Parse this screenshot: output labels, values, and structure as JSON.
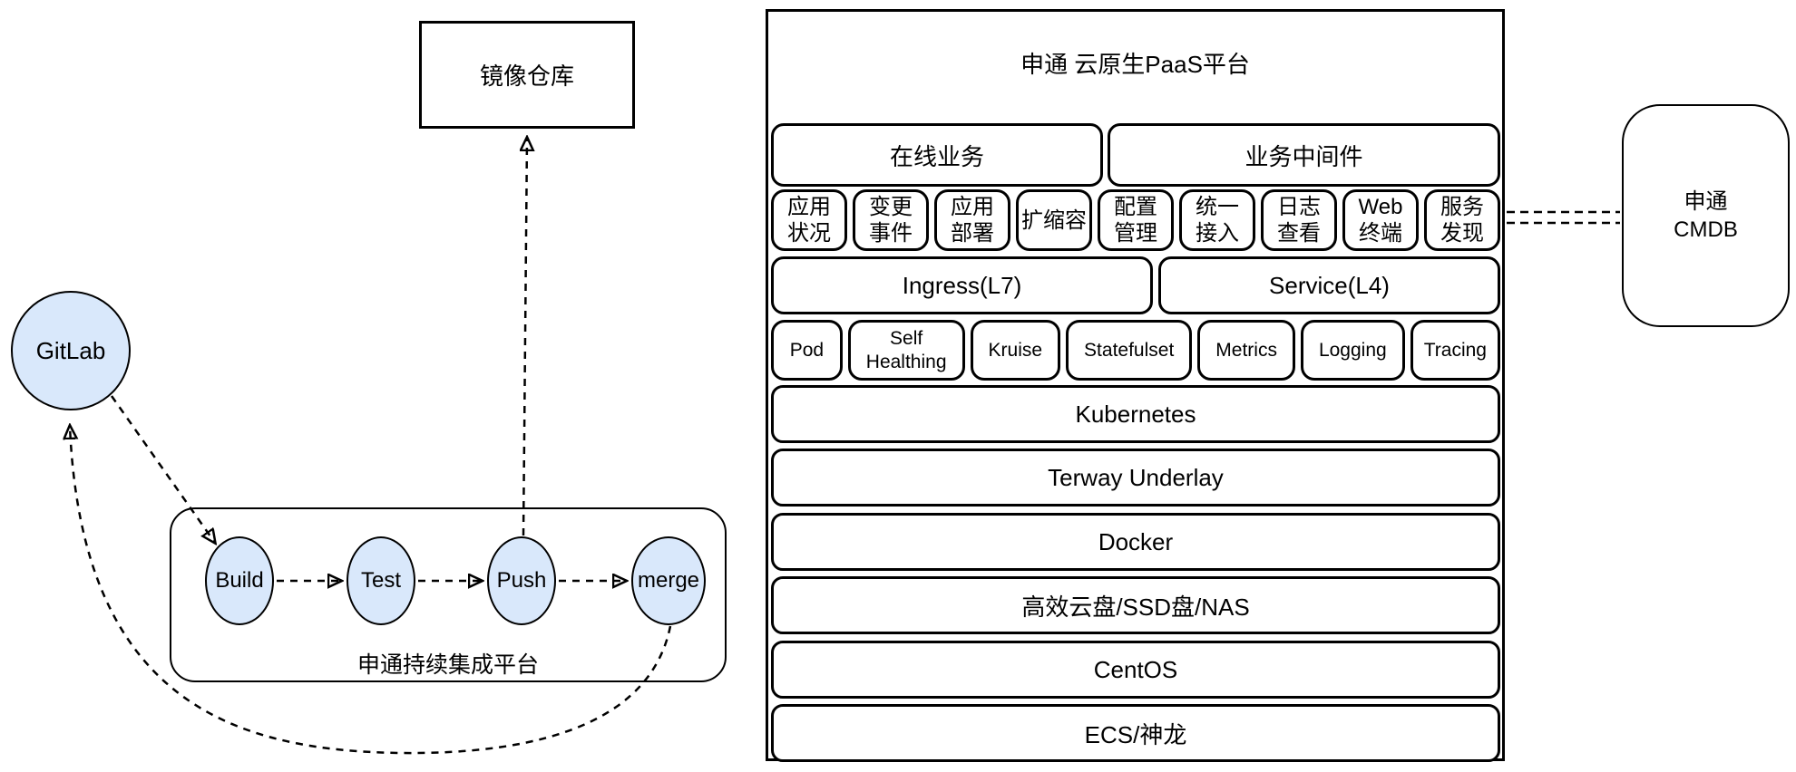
{
  "left_flow": {
    "image_registry_label": "镜像仓库",
    "gitlab_label": "GitLab",
    "ci_platform_label": "申通持续集成平台",
    "steps": [
      "Build",
      "Test",
      "Push",
      "merge"
    ]
  },
  "paas": {
    "title": "申通 云原生PaaS平台",
    "category_row": [
      "在线业务",
      "业务中间件"
    ],
    "feature_row": [
      {
        "line1": "应用",
        "line2": "状况"
      },
      {
        "line1": "变更",
        "line2": "事件"
      },
      {
        "line1": "应用",
        "line2": "部署"
      },
      {
        "line1": "扩缩容"
      },
      {
        "line1": "配置",
        "line2": "管理"
      },
      {
        "line1": "统一",
        "line2": "接入"
      },
      {
        "line1": "日志",
        "line2": "查看"
      },
      {
        "line1": "Web",
        "line2": "终端"
      },
      {
        "line1": "服务",
        "line2": "发现"
      }
    ],
    "network_row": [
      "Ingress(L7)",
      "Service(L4)"
    ],
    "workload_row": [
      {
        "line1": "Pod"
      },
      {
        "line1": "Self",
        "line2": "Healthing"
      },
      {
        "line1": "Kruise"
      },
      {
        "line1": "Statefulset"
      },
      {
        "line1": "Metrics"
      },
      {
        "line1": "Logging"
      },
      {
        "line1": "Tracing"
      }
    ],
    "layer_rows": [
      "Kubernetes",
      "Terway Underlay",
      "Docker",
      "高效云盘/SSD盘/NAS",
      "CentOS",
      "ECS/神龙"
    ]
  },
  "cmdb": {
    "line1": "申通",
    "line2": "CMDB"
  },
  "colors": {
    "node_fill": "#d9e8fb",
    "stroke": "#000000",
    "background": "#ffffff"
  }
}
